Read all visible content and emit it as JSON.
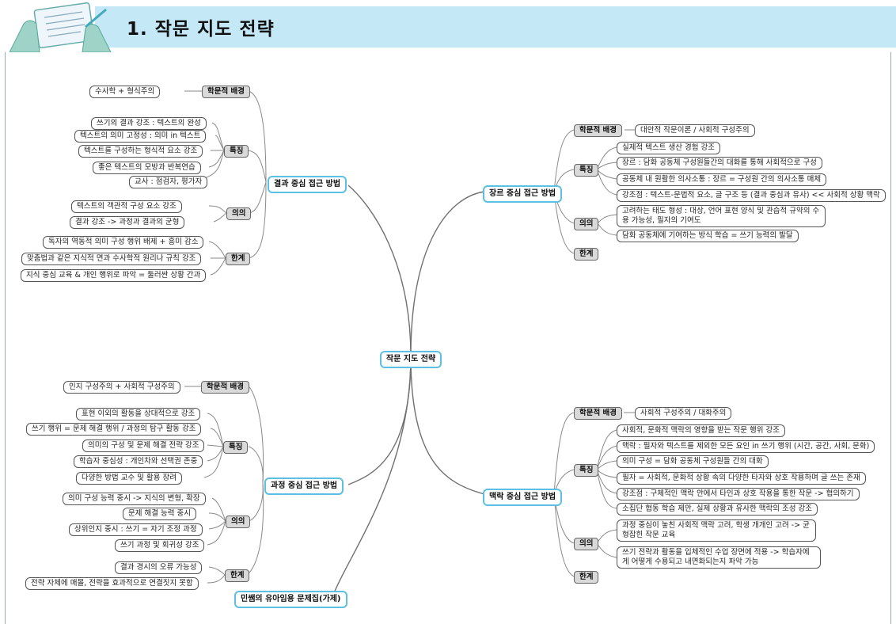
{
  "header": {
    "title": "1. 작문 지도 전략"
  },
  "center": {
    "label": "작문 지도 전략"
  },
  "footer": {
    "label": "민쌤의 유아임용 문제집(가제)"
  },
  "colors": {
    "header_band": "#c4e8f6",
    "branch_border": "#5cc0e4",
    "label_fill": "#d9d9d9"
  },
  "branches": {
    "result": {
      "title": "결과 중심 접근 방법",
      "bg_label": "학문적 배경",
      "bg_items": [
        "수사학 + 형식주의"
      ],
      "feat_label": "특징",
      "feat_items": [
        "쓰기의 결과 강조 : 텍스트의 완성",
        "텍스트의 의미 고정성 : 의미 in 텍스트",
        "텍스트를 구성하는 형식적 요소 강조",
        "좋은 텍스트의 모방과 반복연습",
        "교사 : 점검자, 평가자"
      ],
      "mean_label": "의의",
      "mean_items": [
        "텍스트의 객관적 구성 요소 강조",
        "결과 강조 -> 과정과 결과의 균형"
      ],
      "limit_label": "한계",
      "limit_items": [
        "독자의 역동적 의미 구성 행위 배제 + 흥미 감소",
        "맞춤법과 같은 지식적 면과 수사학적 원리나 규칙 강조",
        "지식 중심 교육 & 개인 행위로 파악 = 둘러싼 상황 간과"
      ]
    },
    "process": {
      "title": "과정 중심 접근 방법",
      "bg_label": "학문적 배경",
      "bg_items": [
        "인지 구성주의 + 사회적 구성주의"
      ],
      "feat_label": "특징",
      "feat_items": [
        "표현 이외의 활동을 상대적으로 강조",
        "쓰기 행위 = 문제 해결 행위 / 과정의 탐구 활동 강조",
        "의미의 구성 및 문제 해결 전략 강조",
        "학습자 중심성 : 개인차와 선택권 존중",
        "다양한 방법 교수 및 활용 장려"
      ],
      "mean_label": "의의",
      "mean_items": [
        "의미 구성 능력 중시 -> 지식의 변형, 확장",
        "문제 해결 능력 중시",
        "상위인지 중시 : 쓰기 = 자기 조정 과정",
        "쓰기 과정 및 회귀성 강조"
      ],
      "limit_label": "한계",
      "limit_items": [
        "결과 경시의 오류 가능성",
        "전략 자체에 매몰, 전략을 효과적으로 연결짓지 못함"
      ]
    },
    "genre": {
      "title": "장르 중심 접근 방법",
      "bg_label": "학문적 배경",
      "bg_items": [
        "대안적 작문이론 / 사회적 구성주의"
      ],
      "feat_label": "특징",
      "feat_items": [
        "실제적 텍스트 생산 경험 강조",
        "장르 : 담화 공동체 구성원들간의 대화를 통해 사회적으로 구성",
        "공동체 내 원활한 의사소통 : 장르 = 구성원 간의 의사소통 매체",
        "강조점 : 텍스트-문법적 요소, 글 구조 등 (결과 중심과 유사) << 사회적 상황 맥락"
      ],
      "mean_label": "의의",
      "mean_items": [
        "고려하는 태도 형성 : 대상, 언어 표현 양식 및 관습적 규약의 수용 가능성, 필자의 기여도",
        "담화 공동체에 기여하는 방식 학습 = 쓰기 능력의 발달"
      ],
      "limit_label": "한계"
    },
    "context": {
      "title": "맥락 중심 접근 방법",
      "bg_label": "학문적 배경",
      "bg_items": [
        "사회적 구성주의 / 대화주의"
      ],
      "feat_label": "특징",
      "feat_items": [
        "사회적, 문화적 맥락의 영향을 받는 작문 행위 강조",
        "맥락 : 필자와 텍스트를 제외한 모든 요인 in 쓰기 행위 (시간, 공간, 사회, 문화)",
        "의미 구성 = 담화 공동체 구성원들 간의 대화",
        "필자 = 사회적, 문화적 상황 속의 다양한 타자와 상호 작용하며 글 쓰는 존재",
        "강조점 : 구체적인 맥락 안에서 타인과 상호 작용을 통한 작문 -> 협의하기",
        "소집단 협동 학습 제안, 실제 상황과 유사한 맥락의 조성 강조"
      ],
      "mean_label": "의의",
      "mean_items": [
        "과정 중심이 놓친 사회적 맥락 고려, 학생 개개인 고려 -> 균형잡힌 작문 교육",
        "쓰기 전략과 활동을 입체적인 수업 장면에 적용 -> 학습자에게 어떻게 수용되고 내면화되는지 파악 가능"
      ],
      "limit_label": "한계"
    }
  }
}
